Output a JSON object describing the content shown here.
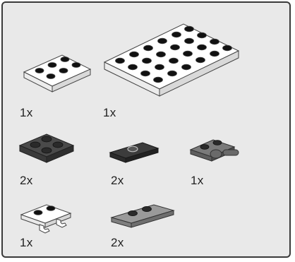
{
  "parts_list": {
    "items": [
      {
        "part": "plate-2x3",
        "color": "#ffffff",
        "qty": "1x"
      },
      {
        "part": "plate-4x6",
        "color": "#ffffff",
        "qty": "1x"
      },
      {
        "part": "plate-2x2",
        "color": "#4a4a4a",
        "qty": "2x"
      },
      {
        "part": "plate-1x2-jumper",
        "color": "#3c3c3c",
        "qty": "2x"
      },
      {
        "part": "plate-1x2-clip-bar",
        "color": "#7a7a7a",
        "qty": "1x"
      },
      {
        "part": "plate-1x2-clips",
        "color": "#ffffff",
        "qty": "1x"
      },
      {
        "part": "plate-1x3-two-studs",
        "color": "#9a9a9a",
        "qty": "2x"
      }
    ]
  }
}
